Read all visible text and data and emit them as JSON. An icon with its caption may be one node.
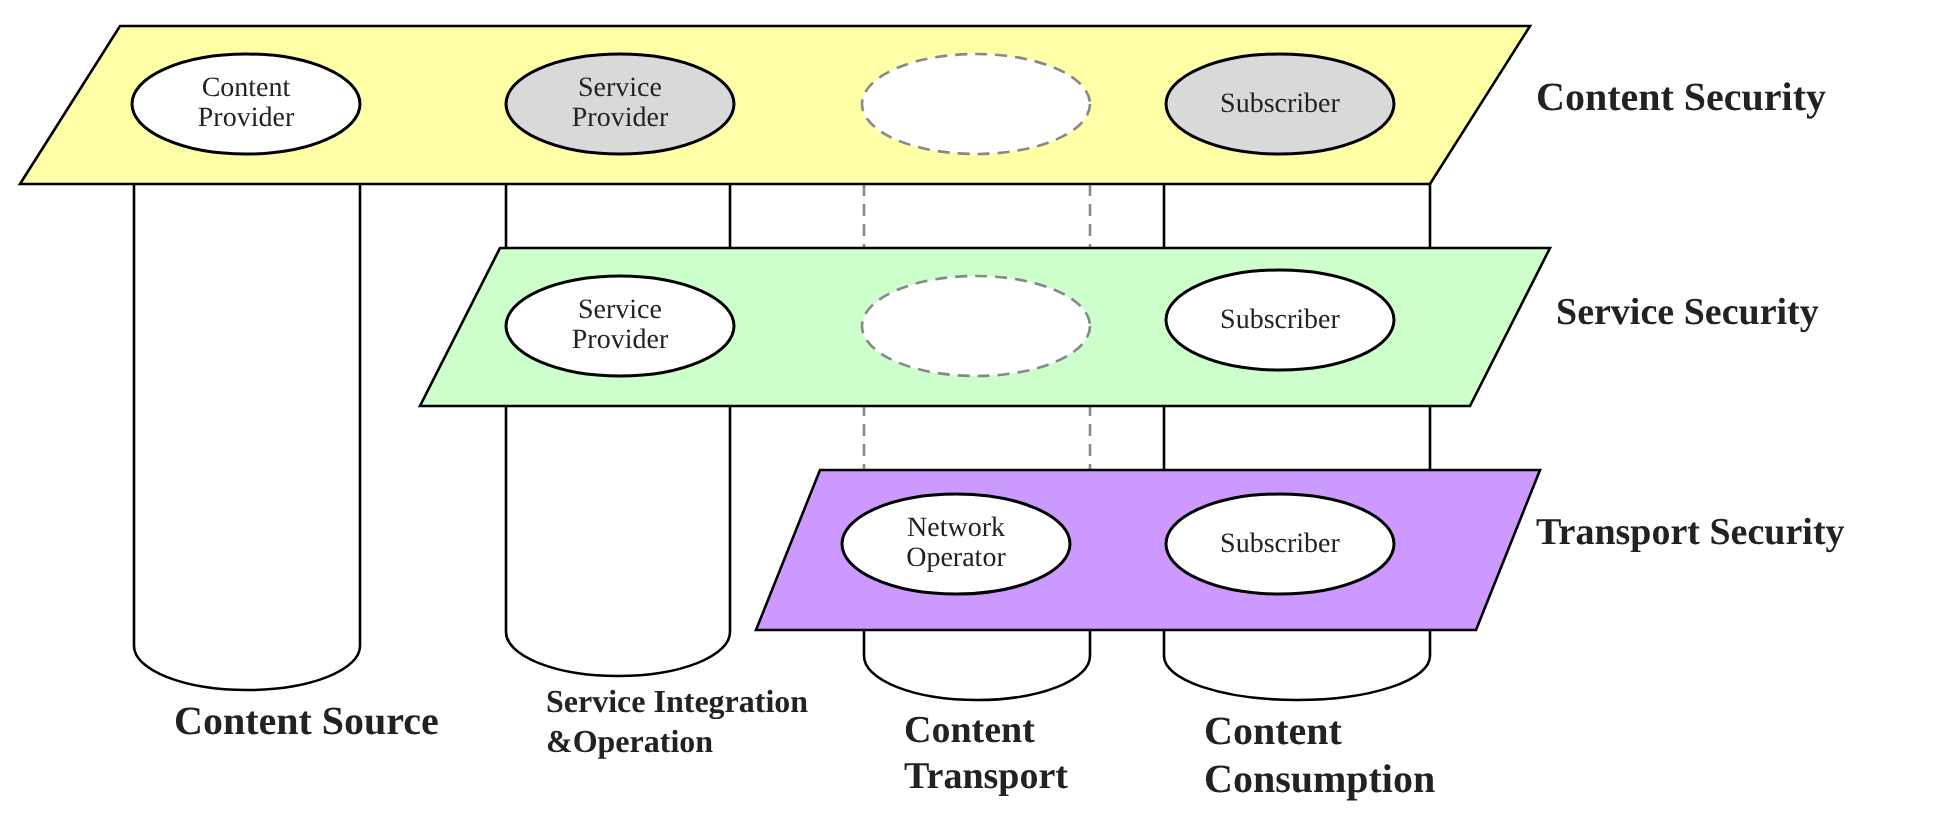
{
  "diagram": {
    "nodes": [
      {
        "text": [
          "Content Security"
        ]
      },
      {
        "text": [
          "Content Provider"
        ],
        "in": 0
      },
      {
        "text": [
          "Service Provider"
        ],
        "in": 0
      },
      {
        "text": [],
        "shape": "ellipse",
        "in": 0
      },
      {
        "text": [
          "Subscriber"
        ],
        "in": 0
      },
      {
        "text": [
          "Service Security"
        ]
      },
      {
        "text": [
          "Service Provider"
        ]
      },
      {
        "text": [],
        "shape": "ellipse"
      },
      {
        "text": [
          "Subscriber"
        ]
      },
      {
        "text": [
          "Transport Security"
        ]
      },
      {
        "text": [
          "Network Operator"
        ],
        "in": 9
      },
      {
        "text": [
          "Subscriber"
        ]
      },
      {
        "text": [
          "Content Source"
        ]
      },
      {
        "text": [
          "Service Integration &Operation"
        ]
      },
      {
        "text": [
          "Content Transport"
        ]
      },
      {
        "text": [
          "Content Consumption"
        ]
      }
    ],
    "edges": []
  }
}
